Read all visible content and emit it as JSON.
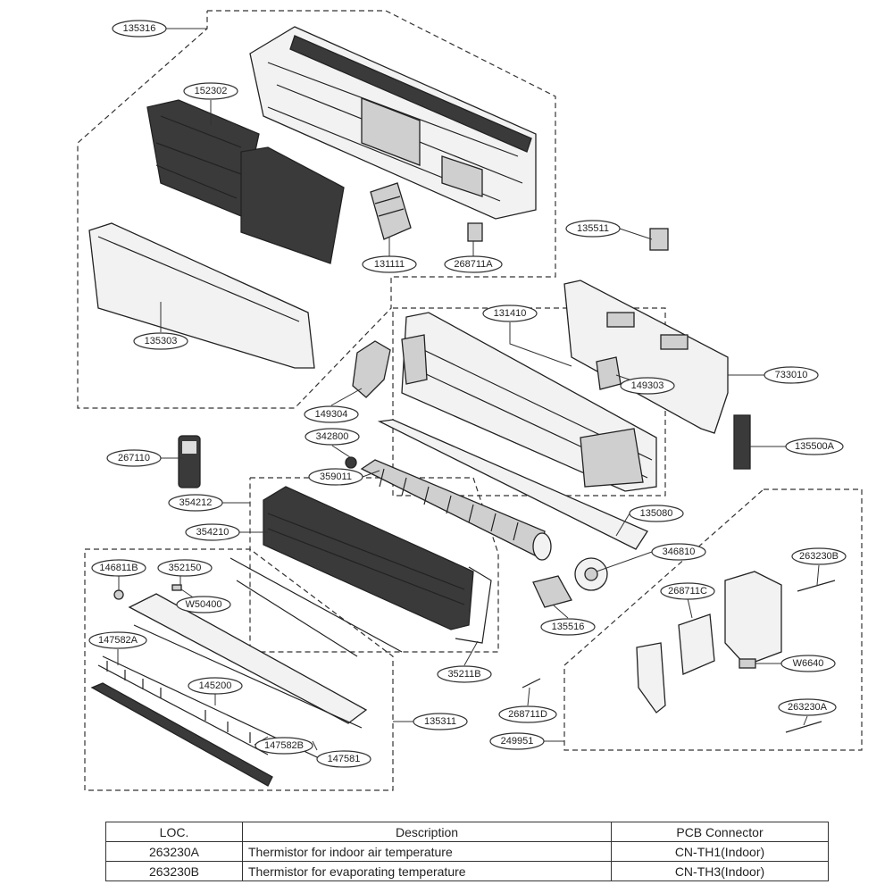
{
  "diagram": {
    "labels": {
      "l135316": "135316",
      "l152302": "152302",
      "l131111": "131111",
      "l268711A": "268711A",
      "l135303": "135303",
      "l135511": "135511",
      "l131410": "131410",
      "l733010": "733010",
      "l149303": "149303",
      "l149304": "149304",
      "l342800": "342800",
      "l267110": "267110",
      "l359011": "359011",
      "l135500A": "135500A",
      "l354212": "354212",
      "l135080": "135080",
      "l354210": "354210",
      "l346810": "346810",
      "l146811B": "146811B",
      "l352150": "352150",
      "lW50400": "W50400",
      "l263230B": "263230B",
      "l268711C": "268711C",
      "l135516": "135516",
      "l147582A": "147582A",
      "lW6640": "W6640",
      "l145200": "145200",
      "l35211B": "35211B",
      "l268711D": "268711D",
      "l263230A": "263230A",
      "l135311": "135311",
      "l249951": "249951",
      "l147582B": "147582B",
      "l147581": "147581"
    }
  },
  "legend_table": {
    "headers": {
      "loc": "LOC.",
      "description": "Description",
      "pcb": "PCB Connector"
    },
    "rows": [
      {
        "loc": "263230A",
        "description": "Thermistor for indoor air temperature",
        "pcb": "CN-TH1(Indoor)"
      },
      {
        "loc": "263230B",
        "description": "Thermistor for evaporating temperature",
        "pcb": "CN-TH3(Indoor)"
      }
    ]
  }
}
